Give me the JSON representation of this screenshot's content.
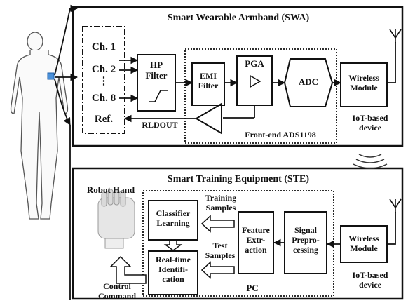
{
  "swa": {
    "title": "Smart Wearable Armband (SWA)",
    "channels": [
      "Ch. 1",
      "Ch. 2",
      "⋮",
      "Ch. 8"
    ],
    "ref": "Ref.",
    "hp_filter": "HP Filter",
    "emi_filter": "EMI Filter",
    "pga": "PGA",
    "adc": "ADC",
    "wireless": "Wireless Module",
    "rldout": "RLDOUT",
    "frontend": "Front-end ADS1198",
    "iot_device": "IoT-based device"
  },
  "ste": {
    "title": "Smart Training Equipment (STE)",
    "robot_hand": "Robot Hand",
    "control_command": "Control Command",
    "classifier": "Classifier Learning",
    "realtime": "Real-time Identifi-cation",
    "training_samples": "Training Samples",
    "test_samples": "Test Samples",
    "feature": "Feature Extr-action",
    "signal": "Signal Prepro-cessing",
    "wireless": "Wireless Module",
    "pc": "PC",
    "iot_device": "IoT-based device"
  }
}
